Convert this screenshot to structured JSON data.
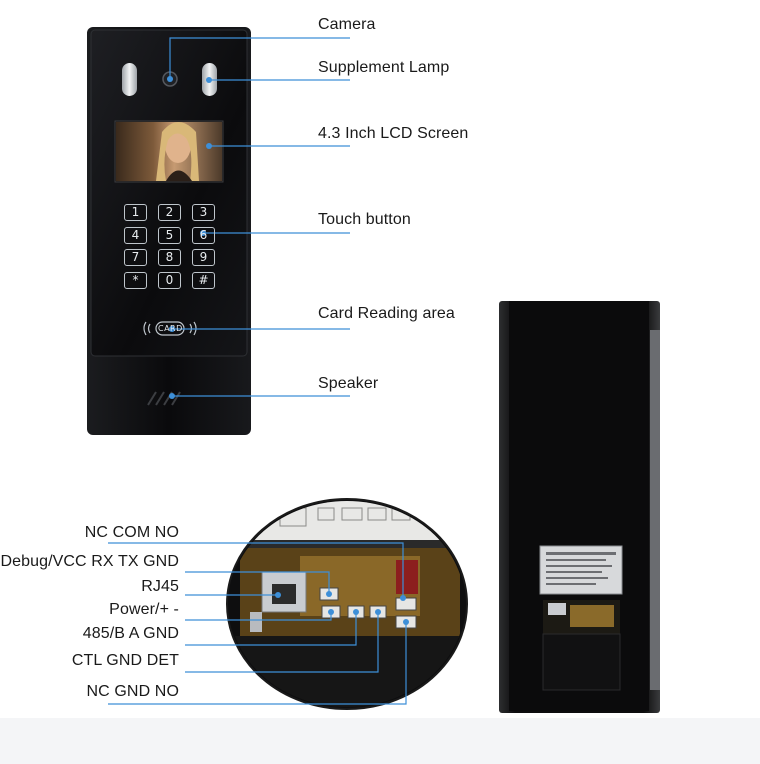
{
  "front_labels": [
    {
      "id": "camera",
      "text": "Camera"
    },
    {
      "id": "supplement-lamp",
      "text": "Supplement Lamp"
    },
    {
      "id": "lcd-screen",
      "text": "4.3 Inch LCD Screen"
    },
    {
      "id": "touch-button",
      "text": "Touch button"
    },
    {
      "id": "card-reading-area",
      "text": "Card Reading area"
    },
    {
      "id": "speaker",
      "text": "Speaker"
    }
  ],
  "port_labels": [
    {
      "id": "nc-com-no",
      "text": "NC COM NO"
    },
    {
      "id": "debug-vcc",
      "text": "Debug/VCC RX TX GND"
    },
    {
      "id": "rj45",
      "text": "RJ45"
    },
    {
      "id": "power",
      "text": "Power/+ -"
    },
    {
      "id": "rs485",
      "text": "485/B A GND"
    },
    {
      "id": "ctl-gnd-det",
      "text": "CTL GND DET"
    },
    {
      "id": "nc-gnd-no",
      "text": "NC GND NO"
    }
  ],
  "keypad": [
    "1",
    "2",
    "3",
    "4",
    "5",
    "6",
    "7",
    "8",
    "9",
    "*",
    "0",
    "#"
  ],
  "card_text": "CARD",
  "colors": {
    "pointer": "#3d8fd8",
    "device": "#0c0c0e",
    "bezel": "#2a2c30"
  }
}
